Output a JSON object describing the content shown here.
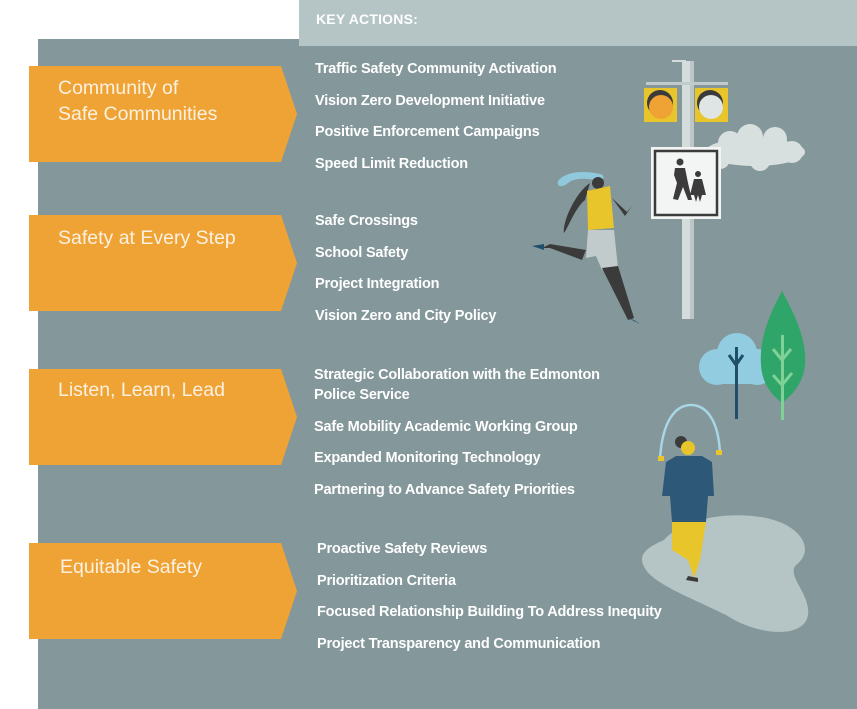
{
  "header": {
    "label": "KEY ACTIONS:"
  },
  "colors": {
    "panel": "#84979a",
    "header": "#b5c4c4",
    "arrow": "#f0a335",
    "text": "#ffffff"
  },
  "pillars": [
    {
      "title_line1": "Community of",
      "title_line2": "Safe Communities",
      "actions": [
        "Traffic Safety Community Activation",
        "Vision Zero Development Initiative",
        "Positive Enforcement Campaigns",
        "Speed Limit Reduction"
      ]
    },
    {
      "title_line1": "Safety at Every Step",
      "title_line2": "",
      "actions": [
        "Safe Crossings",
        "School Safety",
        "Project Integration",
        "Vision Zero and City Policy"
      ]
    },
    {
      "title_line1": "Listen, Learn, Lead",
      "title_line2": "",
      "actions": [
        "Strategic Collaboration with the Edmonton",
        "Police Service",
        "Safe Mobility Academic Working Group",
        "Expanded Monitoring Technology",
        "Partnering to Advance Safety Priorities"
      ]
    },
    {
      "title_line1": "Equitable Safety",
      "title_line2": "",
      "actions": [
        "Proactive Safety Reviews",
        "Prioritization Criteria",
        "Focused Relationship Building To Address Inequity",
        "Project Transparency and Communication"
      ]
    }
  ],
  "illustrations": [
    "traffic-light-pole",
    "school-crossing-sign",
    "cloud",
    "running-woman",
    "trees",
    "jump-rope-person",
    "path"
  ]
}
